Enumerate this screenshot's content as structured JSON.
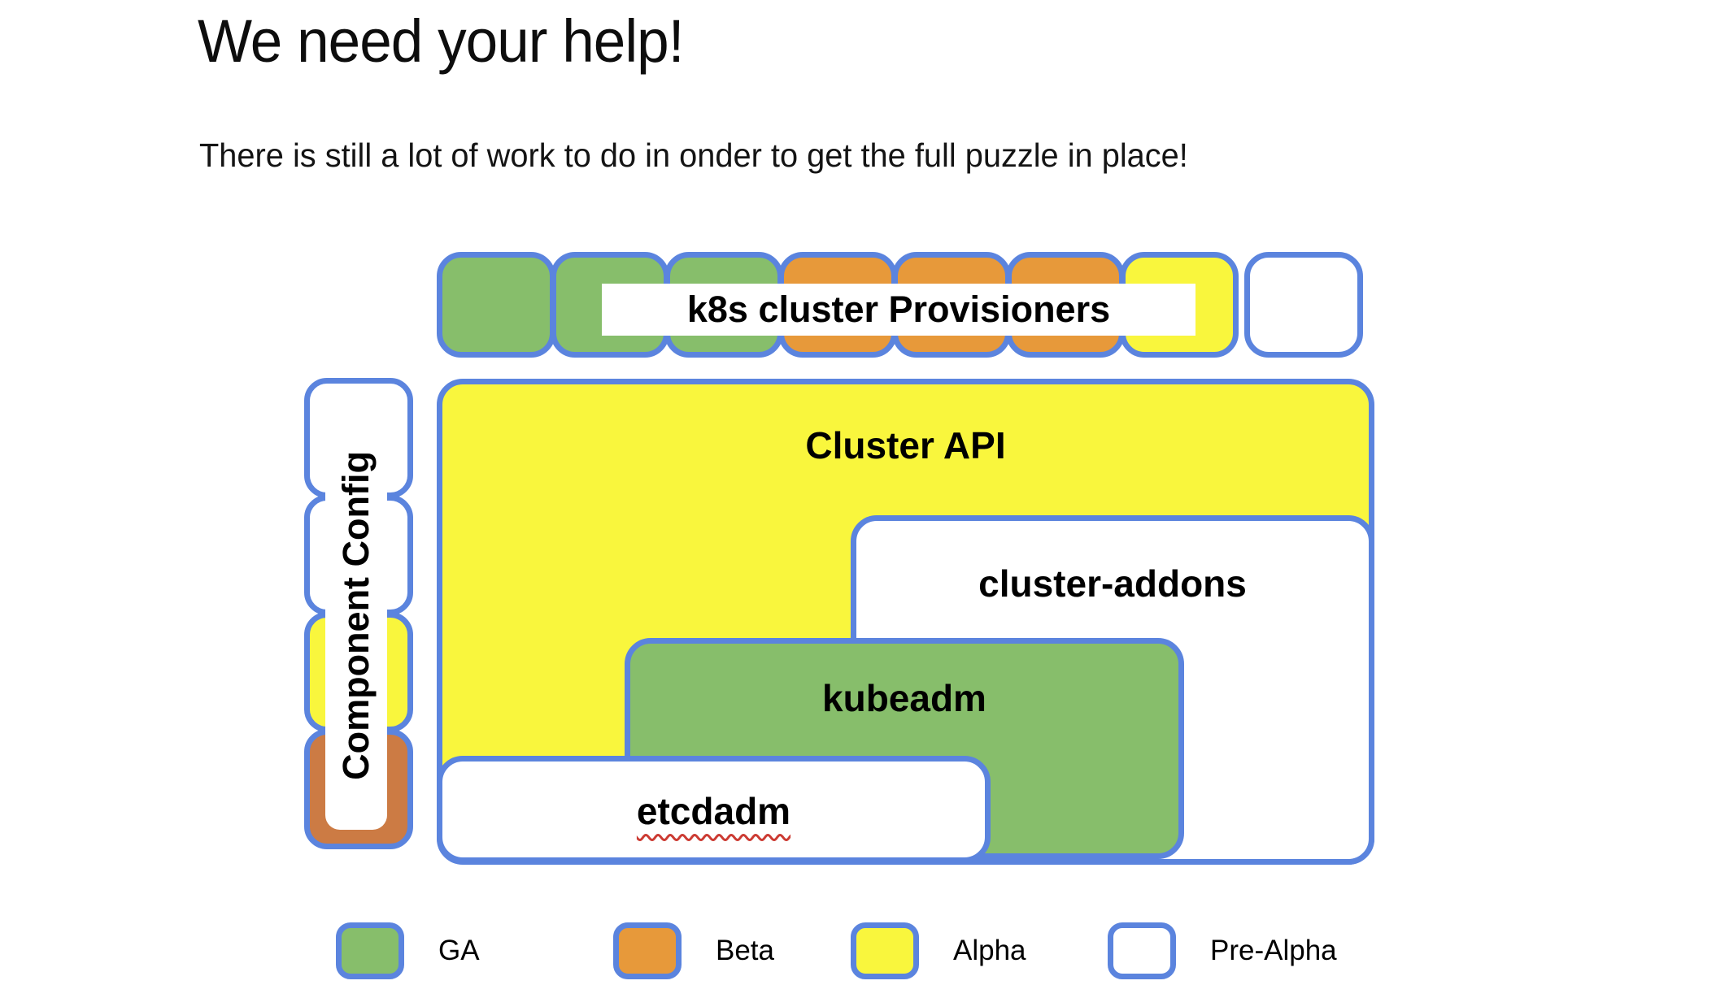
{
  "header": {
    "title": "We need your help!",
    "subtitle": "There is still a lot of work to do in onder to get the full puzzle in place!"
  },
  "colors": {
    "ga_green": "#87BE6B",
    "beta_orange": "#E7993A",
    "component_config_orange": "#CC7B44",
    "alpha_yellow": "#F9F63D",
    "pre_alpha_white": "#FFFFFF",
    "border_blue": "#5B84DE",
    "squiggle_red": "#CC3B33"
  },
  "puzzle": {
    "top_row": {
      "label": "k8s cluster Provisioners",
      "piece_colors": [
        "#87BE6B",
        "#87BE6B",
        "#87BE6B",
        "#E7993A",
        "#E7993A",
        "#E7993A",
        "#F9F63D",
        "#FFFFFF"
      ]
    },
    "component_config": {
      "label": "Component Config",
      "piece_colors": [
        "#FFFFFF",
        "#FFFFFF",
        "#F9F63D",
        "#CC7B44"
      ]
    },
    "boxes": {
      "cluster_api": "Cluster API",
      "cluster_addons": "cluster-addons",
      "kubeadm": "kubeadm",
      "etcdadm": "etcdadm"
    }
  },
  "legend": {
    "items": [
      {
        "label": "GA",
        "color": "#87BE6B"
      },
      {
        "label": "Beta",
        "color": "#E7993A"
      },
      {
        "label": "Alpha",
        "color": "#F9F63D"
      },
      {
        "label": "Pre-Alpha",
        "color": "#FFFFFF"
      }
    ]
  }
}
